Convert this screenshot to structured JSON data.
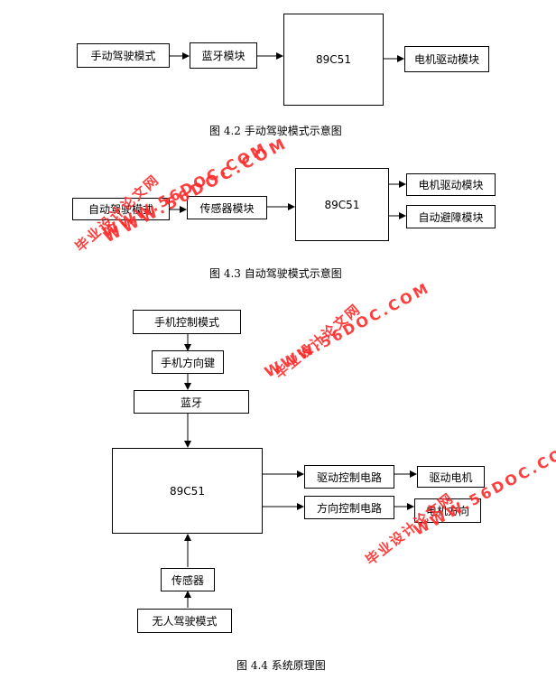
{
  "fig42": {
    "boxes": {
      "manual": "手动驾驶模式",
      "bt": "蓝牙模块",
      "mcu": "89C51",
      "motor": "电机驱动模块"
    },
    "caption": "图 4.2 手动驾驶模式示意图"
  },
  "fig43": {
    "boxes": {
      "auto": "自动驾驶模式",
      "sensor": "传感器模块",
      "mcu": "89C51",
      "motor": "电机驱动模块",
      "avoid": "自动避障模块"
    },
    "caption": "图 4.3 自动驾驶模式示意图"
  },
  "fig44": {
    "boxes": {
      "phone": "手机控制模式",
      "keys": "手机方向键",
      "bt": "蓝牙",
      "mcu": "89C51",
      "drive_ctrl": "驱动控制电路",
      "drive_motor": "驱动电机",
      "dir_ctrl": "方向控制电路",
      "dir_motor": "电机方向",
      "sensor": "传感器",
      "unmanned": "无人驾驶模式"
    },
    "caption": "图 4.4 系统原理图"
  },
  "watermark": {
    "line1": "WWW.56DOC.COM",
    "line2": "毕业设计论文网"
  },
  "colors": {
    "watermark": "#ff2a2a",
    "line": "#000000"
  }
}
